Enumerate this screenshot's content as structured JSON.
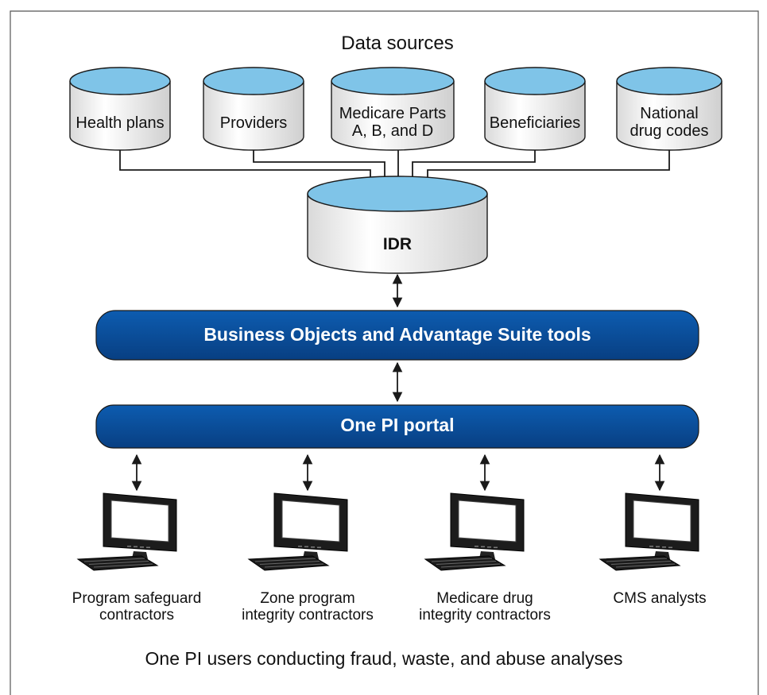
{
  "diagram": {
    "title": "Data sources",
    "sources": [
      {
        "label": "Health plans"
      },
      {
        "label": "Providers"
      },
      {
        "label": "Medicare Parts\nA, B, and D"
      },
      {
        "label": "Beneficiaries"
      },
      {
        "label": "National\ndrug codes"
      }
    ],
    "repository": {
      "label": "IDR"
    },
    "tools_bar": {
      "label": "Business Objects and Advantage Suite tools"
    },
    "portal_bar": {
      "label": "One PI portal"
    },
    "users": [
      {
        "label": "Program safeguard\ncontractors"
      },
      {
        "label": "Zone program\nintegrity contractors"
      },
      {
        "label": "Medicare drug\nintegrity contractors"
      },
      {
        "label": "CMS analysts"
      }
    ],
    "caption": "One PI users conducting fraud, waste, and abuse analyses",
    "colors": {
      "cylinder_top": "#7fc4e8",
      "cylinder_body": "#f2f2f2",
      "bar_fill": "#0a4f9e",
      "line": "#1a1a1a"
    },
    "icons": [
      "database-cylinder",
      "computer-monitor",
      "keyboard"
    ]
  }
}
